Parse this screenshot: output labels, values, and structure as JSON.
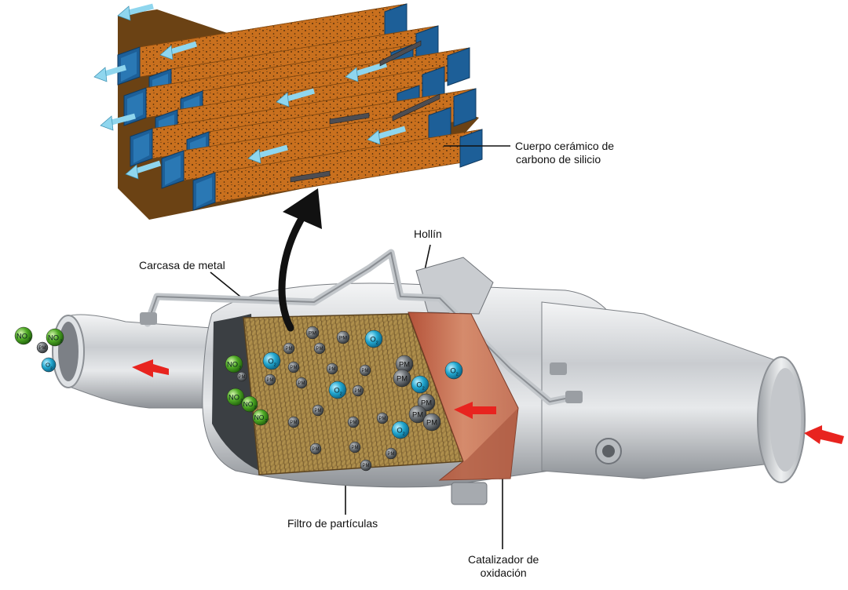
{
  "labels": {
    "ceramic_line1": "Cuerpo cerámico de",
    "ceramic_line2": "carbono de silicio",
    "soot": "Hollín",
    "metal_housing": "Carcasa de metal",
    "particle_filter": "Filtro de partículas",
    "oxidation_line1": "Catalizador de",
    "oxidation_line2": "oxidación"
  },
  "molecules": {
    "no2": "NO",
    "no2_sub": "2",
    "o2": "O",
    "o2_sub": "2",
    "pm": "PM"
  },
  "colors": {
    "channel_orange": "#e89a2a",
    "channel_blue": "#1d5f98",
    "flow_arrow": "#8fd6ee",
    "red_arrow": "#e8241f",
    "no2_green": "#3f9a1e",
    "o2_cyan": "#1b9cc2",
    "pm_gray": "#555a5e",
    "catalyst_copper": "#c4745a",
    "filter_brown": "#9a7a3f"
  },
  "icons": [
    "curved-arrow-icon",
    "red-flow-arrow-icon",
    "flow-arrow-icon"
  ]
}
